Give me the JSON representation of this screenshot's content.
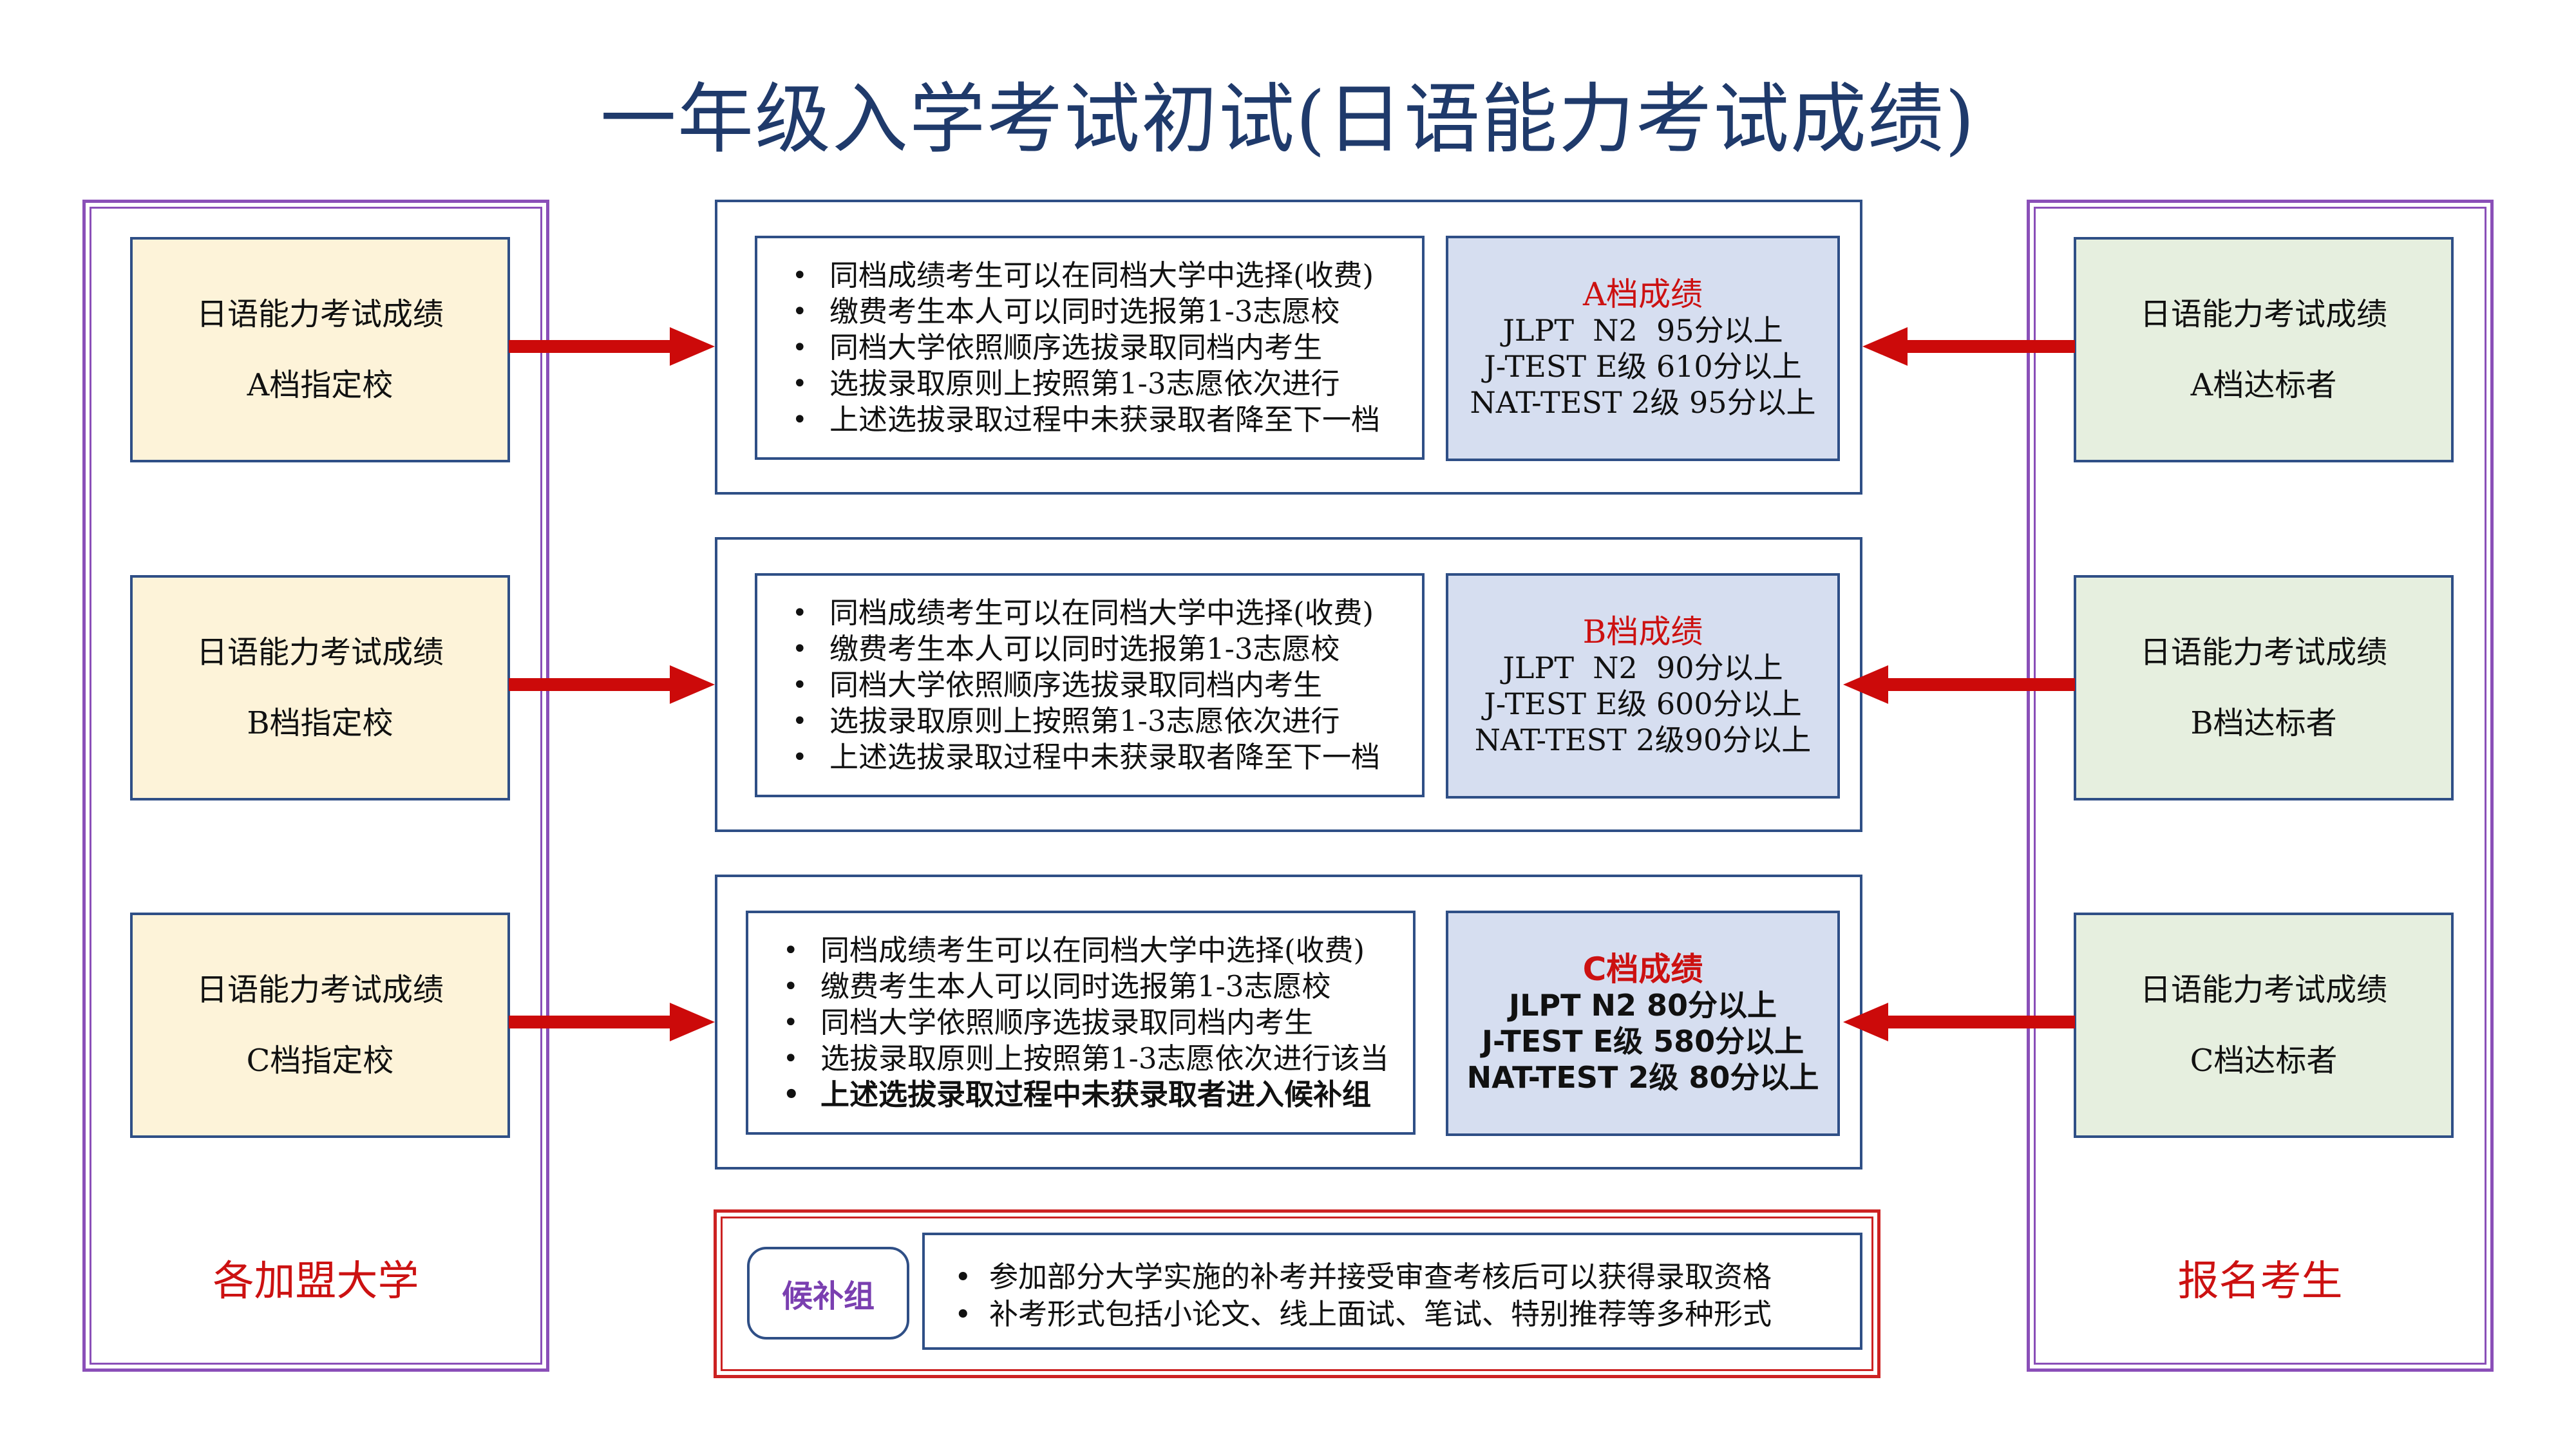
{
  "title": "一年级入学考试初试(日语能力考试成绩)",
  "left_panel": {
    "footer": "各加盟大学"
  },
  "right_panel": {
    "footer": "报名考生"
  },
  "school_boxes": [
    {
      "line1": "日语能力考试成绩",
      "line2": "A档指定校"
    },
    {
      "line1": "日语能力考试成绩",
      "line2": "B档指定校"
    },
    {
      "line1": "日语能力考试成绩",
      "line2": "C档指定校"
    }
  ],
  "student_boxes": [
    {
      "line1": "日语能力考试成绩",
      "line2": "A档达标者"
    },
    {
      "line1": "日语能力考试成绩",
      "line2": "B档达标者"
    },
    {
      "line1": "日语能力考试成绩",
      "line2": "C档达标者"
    }
  ],
  "tiers": [
    {
      "rules": [
        "同档成绩考生可以在同档大学中选择(收费)",
        "缴费考生本人可以同时选报第1-3志愿校",
        "同档大学依照顺序选拔录取同档内考生",
        "选拔录取原则上按照第1-3志愿依次进行",
        "上述选拔录取过程中未获录取者降至下一档"
      ],
      "score": {
        "grade": "A档成绩",
        "jlpt": "JLPT  N2  95分以上",
        "jtest": "J-TEST E级 610分以上",
        "nat": "NAT-TEST 2级 95分以上"
      }
    },
    {
      "rules": [
        "同档成绩考生可以在同档大学中选择(收费)",
        "缴费考生本人可以同时选报第1-3志愿校",
        "同档大学依照顺序选拔录取同档内考生",
        "选拔录取原则上按照第1-3志愿依次进行",
        "上述选拔录取过程中未获录取者降至下一档"
      ],
      "score": {
        "grade": "B档成绩",
        "jlpt": "JLPT  N2  90分以上",
        "jtest": "J-TEST E级 600分以上",
        "nat": "NAT-TEST 2级90分以上"
      }
    },
    {
      "rules": [
        "同档成绩考生可以在同档大学中选择(收费)",
        "缴费考生本人可以同时选报第1-3志愿校",
        "同档大学依照顺序选拔录取同档内考生",
        "选拔录取原则上按照第1-3志愿依次进行该当",
        "上述选拔录取过程中未获录取者进入候补组"
      ],
      "score": {
        "grade": "C档成绩",
        "jlpt": "JLPT N2 80分以上",
        "jtest": "J-TEST E级 580分以上",
        "nat": "NAT-TEST 2级 80分以上"
      }
    }
  ],
  "waitlist": {
    "label": "候补组",
    "notes": [
      "参加部分大学实施的补考并接受审查考核后可以获得录取资格",
      "补考形式包括小论文、线上面试、笔试、特别推荐等多种形式"
    ]
  },
  "bullet": "•",
  "colors": {
    "title": "#1f3a6b",
    "frame": "#2f4f86",
    "panel_border": "#8a4fb8",
    "arrow": "#cc0a0a",
    "accent_red": "#cc1111",
    "school_fill": "#fdf3d9",
    "student_fill": "#e6efdf",
    "score_fill": "#d6def0",
    "waitlist_text": "#7a3fb0"
  }
}
